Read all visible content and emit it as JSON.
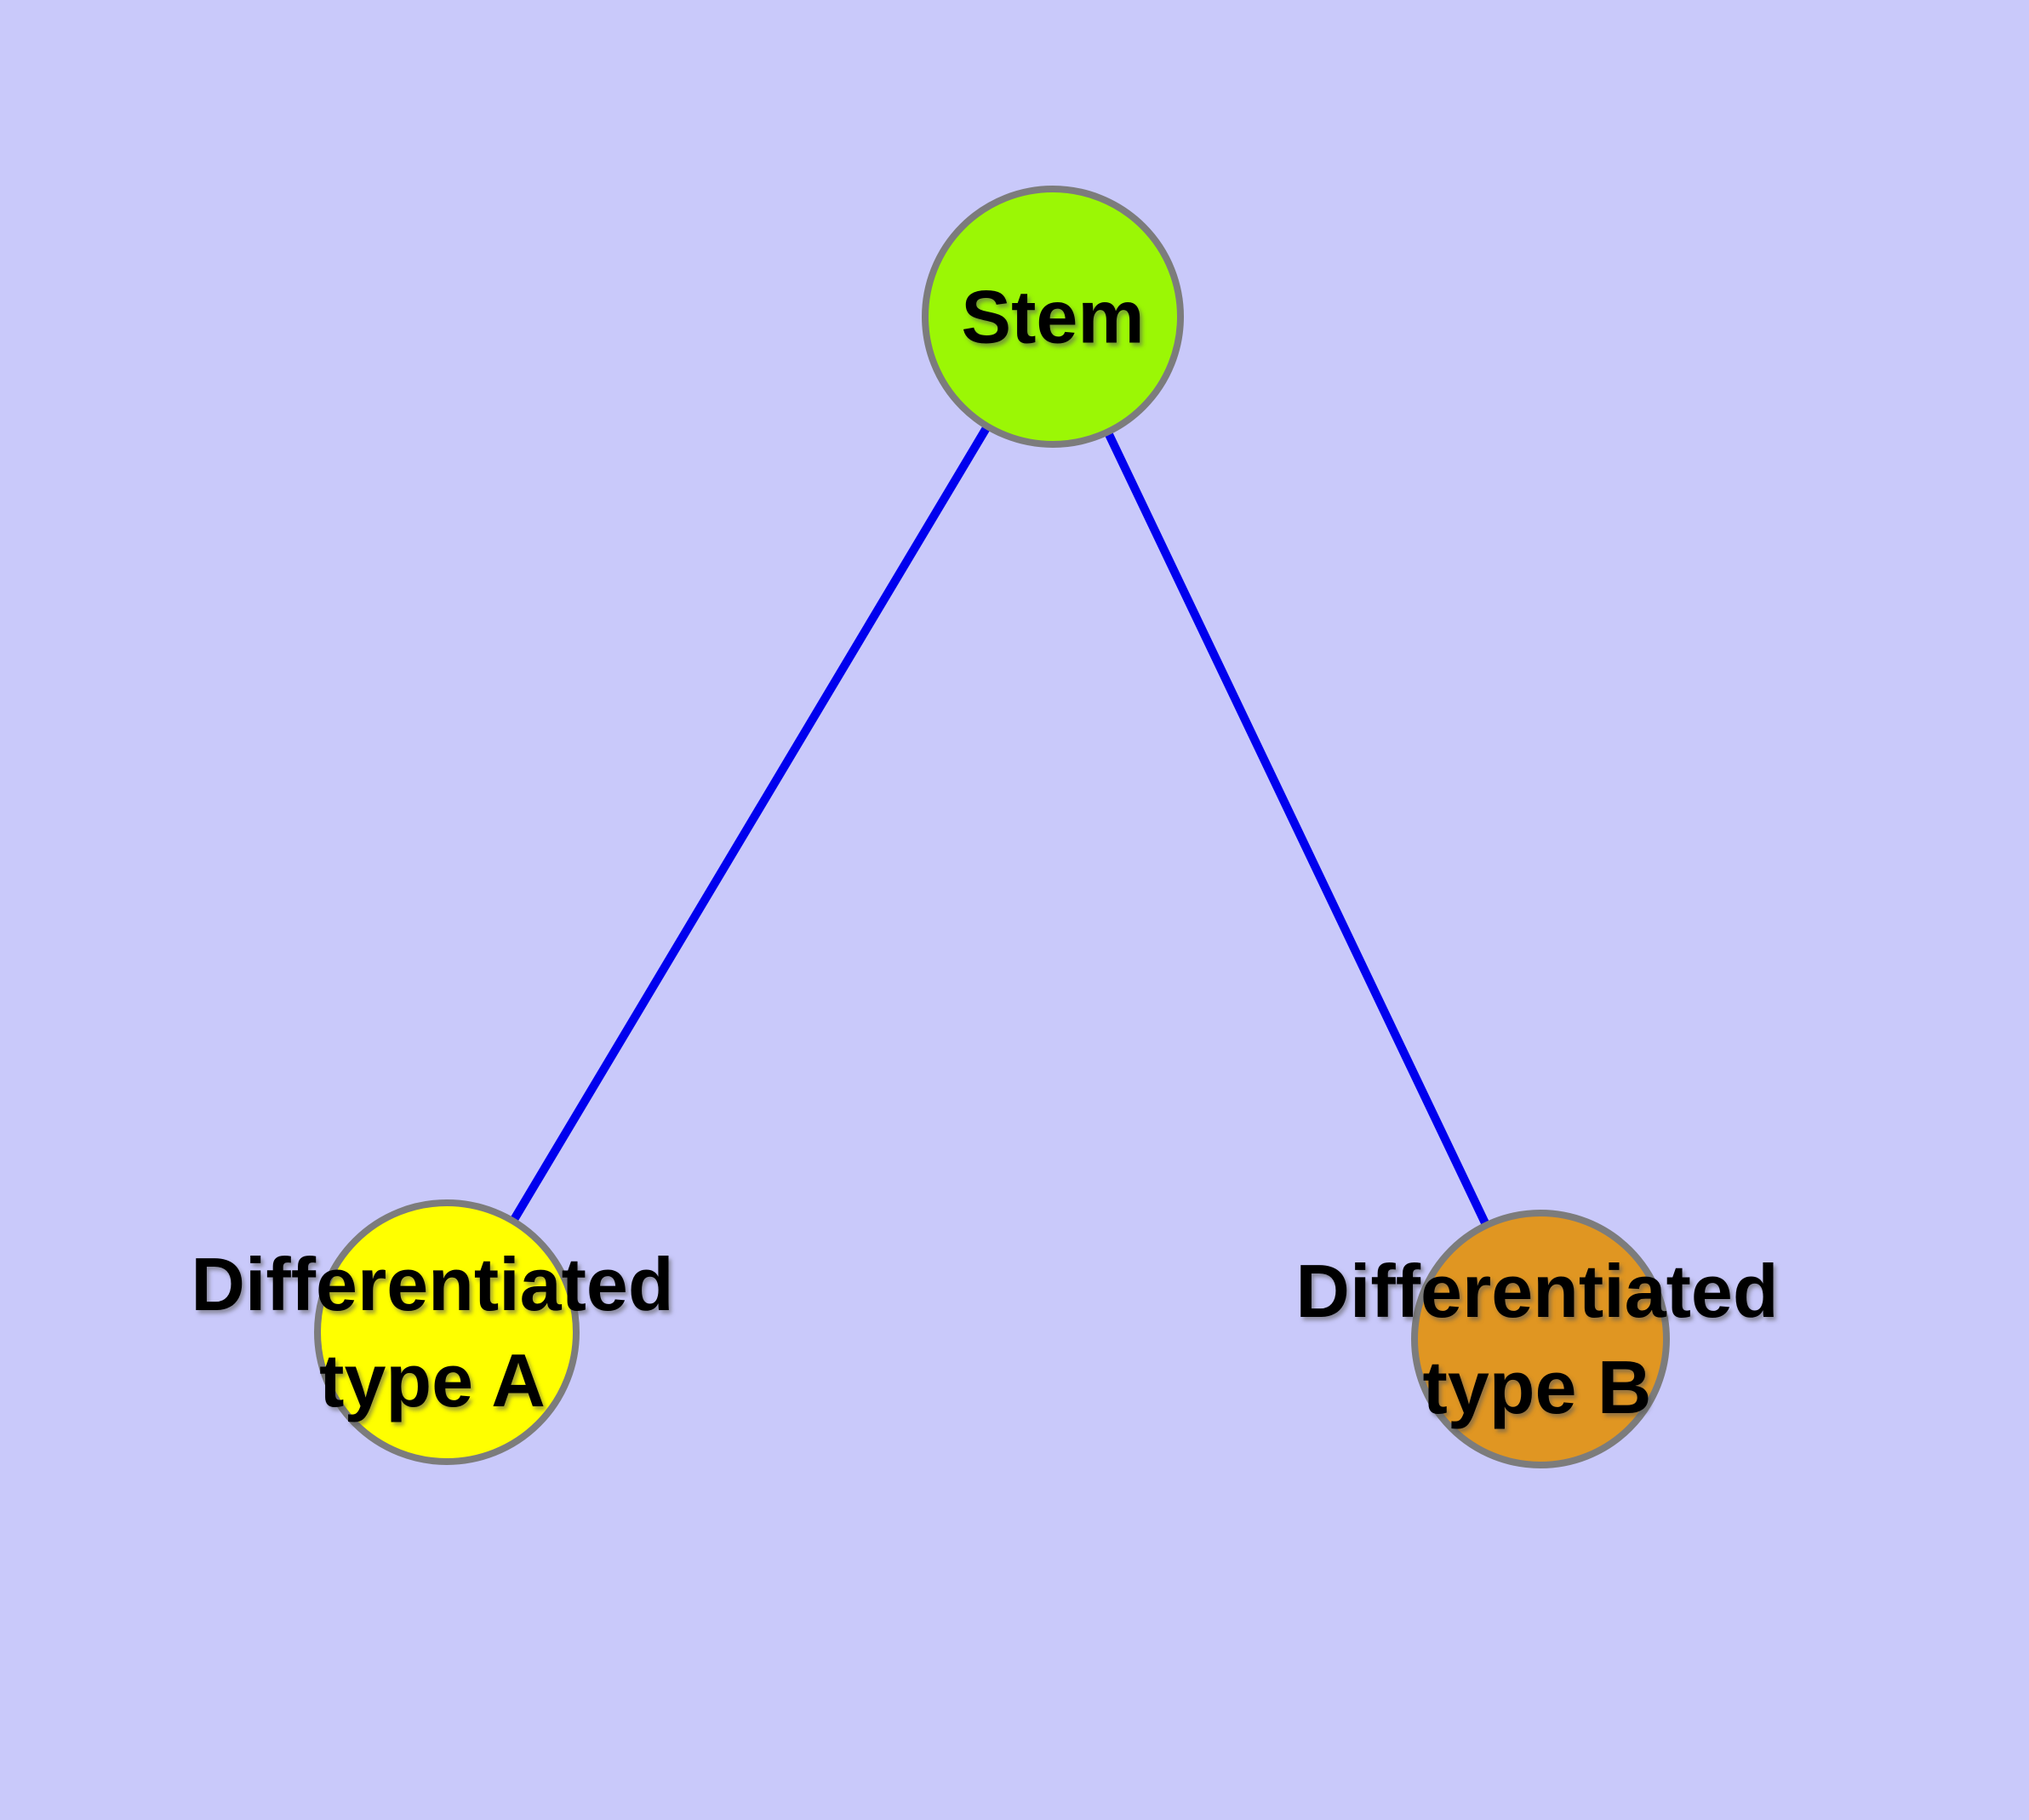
{
  "diagram": {
    "type": "node-link-graph",
    "background_color": "#C9C9FA",
    "edge_color": "#0000EE",
    "node_border_color": "#7C7C7C",
    "label_color": "#000000",
    "nodes": [
      {
        "id": "stem",
        "label": "Stem",
        "fill_color": "#9BF705"
      },
      {
        "id": "differentiated-type-a",
        "label": "Differentiated\ntype A",
        "fill_color": "#FFFF00"
      },
      {
        "id": "differentiated-type-b",
        "label": "Differentiated\ntype B",
        "fill_color": "#E09622"
      }
    ],
    "edges": [
      {
        "from": "Stem",
        "to": "Differentiated type A"
      },
      {
        "from": "Stem",
        "to": "Differentiated type B"
      }
    ]
  }
}
